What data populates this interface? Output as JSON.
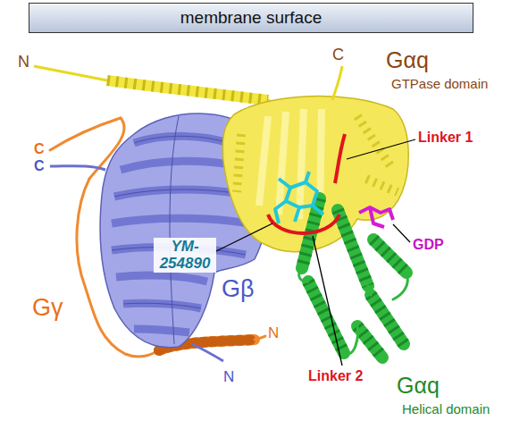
{
  "diagram": {
    "nodes": [
      {
        "text": [
          "membrane surface"
        ]
      }
    ],
    "labels": [
      "N",
      "C",
      "Gαq",
      "GTPase domain",
      "Linker 1",
      "C",
      "C",
      "GDP",
      "YM-254890",
      "Gγ",
      "Gβ",
      "N",
      "Linker 2",
      "N",
      "Gαq",
      "Helical domain"
    ]
  }
}
